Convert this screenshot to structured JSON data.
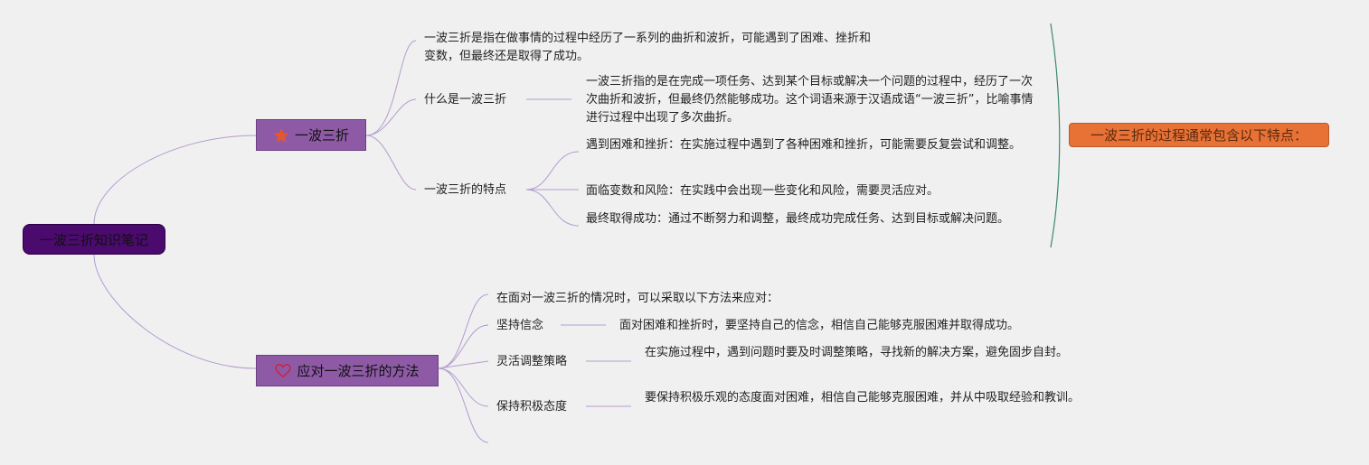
{
  "root": {
    "label": "一波三折知识笔记"
  },
  "branch1": {
    "label": "一波三折",
    "icon": "star-icon",
    "definition": "一波三折是指在做事情的过程中经历了一系列的曲折和波折，可能遇到了困难、挫折和变数，但最终还是取得了成功。",
    "what": {
      "label": "什么是一波三折",
      "text": "一波三折指的是在完成一项任务、达到某个目标或解决一个问题的过程中，经历了一次次曲折和波折，但最终仍然能够成功。这个词语来源于汉语成语“一波三折”，比喻事情进行过程中出现了多次曲折。"
    },
    "features": {
      "label": "一波三折的特点",
      "items": [
        "遇到困难和挫折：在实施过程中遇到了各种困难和挫折，可能需要反复尝试和调整。",
        "面临变数和风险：在实践中会出现一些变化和风险，需要灵活应对。",
        "最终取得成功：通过不断努力和调整，最终成功完成任务、达到目标或解决问题。"
      ]
    }
  },
  "summary": {
    "label": "一波三折的过程通常包含以下特点：",
    "color": "#e87236"
  },
  "branch2": {
    "label": "应对一波三折的方法",
    "icon": "heart-icon",
    "intro": "在面对一波三折的情况时，可以采取以下方法来应对：",
    "items": [
      {
        "label": "坚持信念",
        "text": "面对困难和挫折时，要坚持自己的信念，相信自己能够克服困难并取得成功。"
      },
      {
        "label": "灵活调整策略",
        "text": "在实施过程中，遇到问题时要及时调整策略，寻找新的解决方案，避免固步自封。"
      },
      {
        "label": "保持积极态度",
        "text": "要保持积极乐观的态度面对困难，相信自己能够克服困难，并从中吸取经验和教训。"
      }
    ]
  },
  "colors": {
    "root": "#4b0a6e",
    "main": "#8e5aa6",
    "line": "#b39bcf",
    "bracket": "#3a8a6a"
  }
}
